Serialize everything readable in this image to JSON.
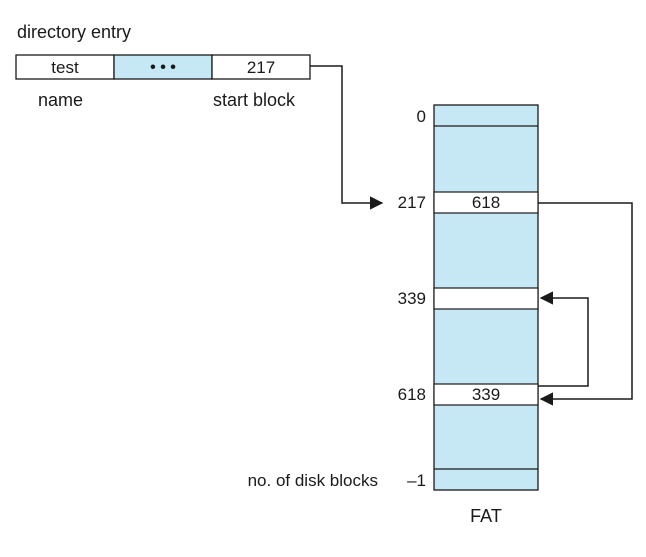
{
  "colors": {
    "fill_highlight": "#c6e8f5",
    "fill_plain": "#ffffff",
    "stroke": "#1a1a1a",
    "text": "#1a1a1a"
  },
  "directory_entry": {
    "heading": "directory entry",
    "fields": {
      "name_value": "test",
      "ellipsis": "• • •",
      "start_block_value": "217"
    },
    "labels": {
      "name": "name",
      "start_block": "start block"
    }
  },
  "fat": {
    "caption": "FAT",
    "row_index_labels": {
      "first": "0",
      "a": "217",
      "b": "339",
      "c": "618",
      "last": "–1"
    },
    "row_values": {
      "row_217": "618",
      "row_339": "",
      "row_618": "339"
    },
    "side_label": "no. of disk blocks"
  }
}
